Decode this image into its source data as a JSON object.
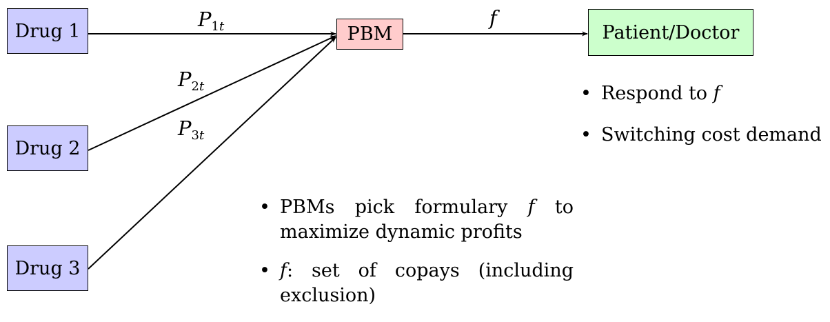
{
  "nodes": {
    "drug_1": "Drug 1",
    "drug_2": "Drug 2",
    "drug_3": "Drug 3",
    "pbm": "PBM",
    "patient": "Patient/Doctor"
  },
  "edges": {
    "p1": {
      "base": "P",
      "sub_num": "1",
      "sub_var": "t"
    },
    "p2": {
      "base": "P",
      "sub_num": "2",
      "sub_var": "t"
    },
    "p3": {
      "base": "P",
      "sub_num": "3",
      "sub_var": "t"
    },
    "f": "f"
  },
  "patient_notes": {
    "respond_text": "Respond to ",
    "respond_var": "f",
    "switching": "Switching cost demand"
  },
  "pbm_notes": {
    "pick_a": "PBMs pick formulary ",
    "pick_var": "f",
    "pick_b": " to maximize dynamic profits",
    "copay_var": "f",
    "copay_text": ": set of copays (including exclusion)"
  },
  "colors": {
    "drug_fill": "#ccccff",
    "pbm_fill": "#ffcccc",
    "patient_fill": "#ccffcc"
  }
}
